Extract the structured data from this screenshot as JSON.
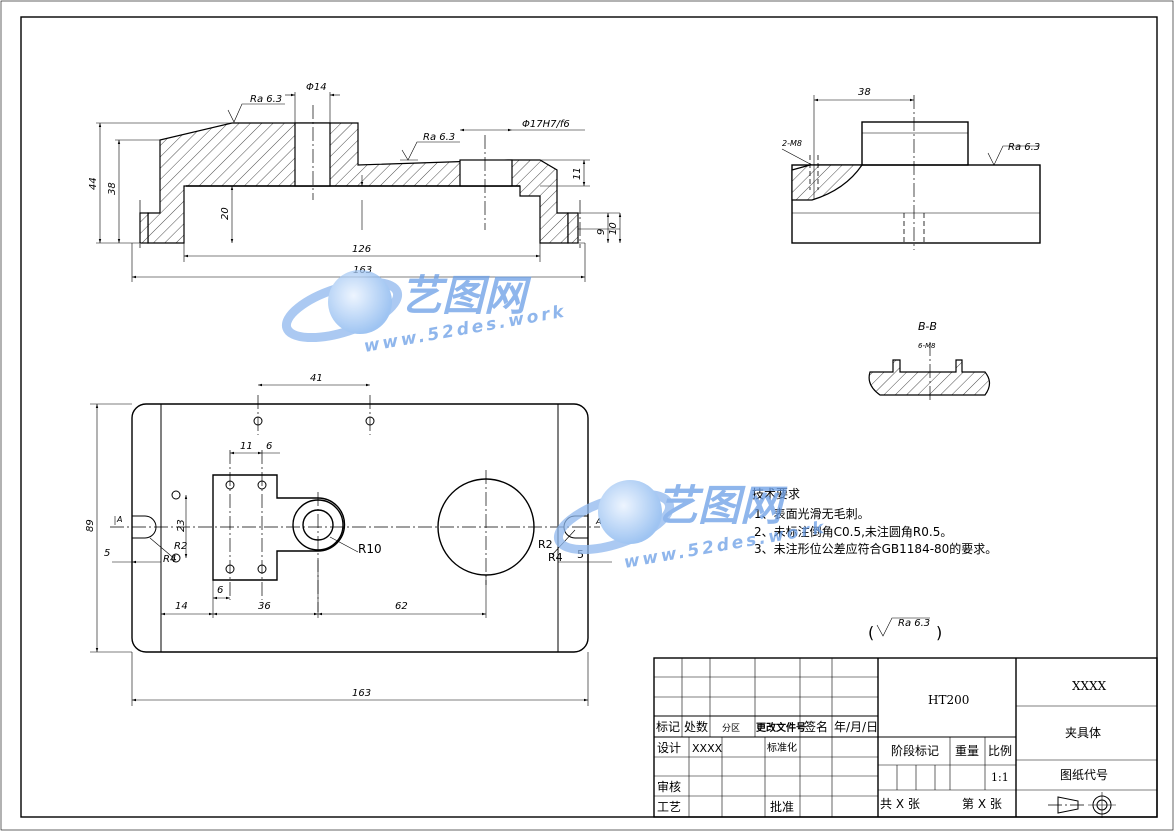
{
  "top_view": {
    "dims": {
      "d14": "Φ14",
      "ra_left": "Ra 6.3",
      "ra_mid": "Ra 6.3",
      "fit": "Φ17H7/f6",
      "h44": "44",
      "h38": "38",
      "h20": "20",
      "h11": "11",
      "h9": "9",
      "h10": "10",
      "w126": "126",
      "w163": "163"
    }
  },
  "side_view": {
    "dims": {
      "w38": "38",
      "thread": "2-M8",
      "ra": "Ra 6.3"
    }
  },
  "section_bb": {
    "title": "B-B",
    "thread": "6-M8"
  },
  "plan_view": {
    "dims": {
      "w41": "41",
      "w11": "11",
      "w6": "6",
      "h23": "23",
      "r2_left": "R2",
      "r4_left": "R4",
      "r10": "R10",
      "h89": "89",
      "w5_left": "5",
      "w14": "14",
      "w6_bottom": "6",
      "w36": "36",
      "w62": "62",
      "w163": "163",
      "r2_right": "R2",
      "r4_right": "R4",
      "w5_right": "5",
      "arrow_a_left": "A",
      "arrow_a_right": "A"
    }
  },
  "tech_requirements": {
    "title": "技术要求",
    "items": [
      "1、表面光滑无毛刺。",
      "2、未标注倒角C0.5,未注圆角R0.5。",
      "3、未注形位公差应符合GB1184-80的要求。"
    ]
  },
  "general_roughness": "Ra 6.3",
  "title_block": {
    "material": "HT200",
    "company": "XXXX",
    "part_name": "夹具体",
    "drawing_number_label": "图纸代号",
    "headers": {
      "mark": "标记",
      "count": "处数",
      "zone": "分区",
      "change_doc": "更改文件号",
      "signature": "签名",
      "date": "年/月/日"
    },
    "design_label": "设计",
    "designer": "XXXX",
    "standardize_label": "标准化",
    "stage_label": "阶段标记",
    "weight_label": "重量",
    "scale_label": "比例",
    "scale_value": "1:1",
    "review_label": "审核",
    "process_label": "工艺",
    "approve_label": "批准",
    "total_sheets": "共 X 张",
    "sheet_no": "第 X 张"
  },
  "watermark": {
    "brand": "艺图网",
    "url": "www.52des.work"
  }
}
